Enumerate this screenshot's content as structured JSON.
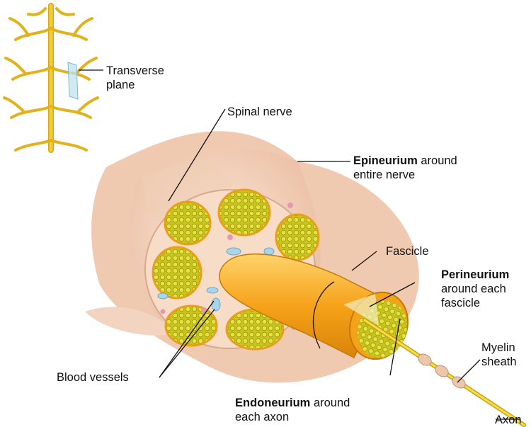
{
  "labels": {
    "transverse_plane": [
      "Transverse",
      "plane"
    ],
    "spinal_nerve": "Spinal nerve",
    "epineurium": {
      "bold": "Epineurium",
      "rest1": "around",
      "line2": "entire nerve"
    },
    "fascicle": "Fascicle",
    "perineurium": {
      "bold": "Perineurium",
      "line2": "around each",
      "line3": "fascicle"
    },
    "myelin_sheath": [
      "Myelin",
      "sheath"
    ],
    "axon": "Axon",
    "blood_vessels": "Blood vessels",
    "endoneurium": {
      "bold": "Endoneurium",
      "rest1": "around",
      "line2": "each axon"
    }
  },
  "colors": {
    "nerve_yellow": "#f2c230",
    "epineurium_pink": "#f3d2bc",
    "fascicle_orange": "#f6a21a",
    "fascicle_core": "#c8c21a",
    "vessel_blue": "#a9d4ea"
  }
}
